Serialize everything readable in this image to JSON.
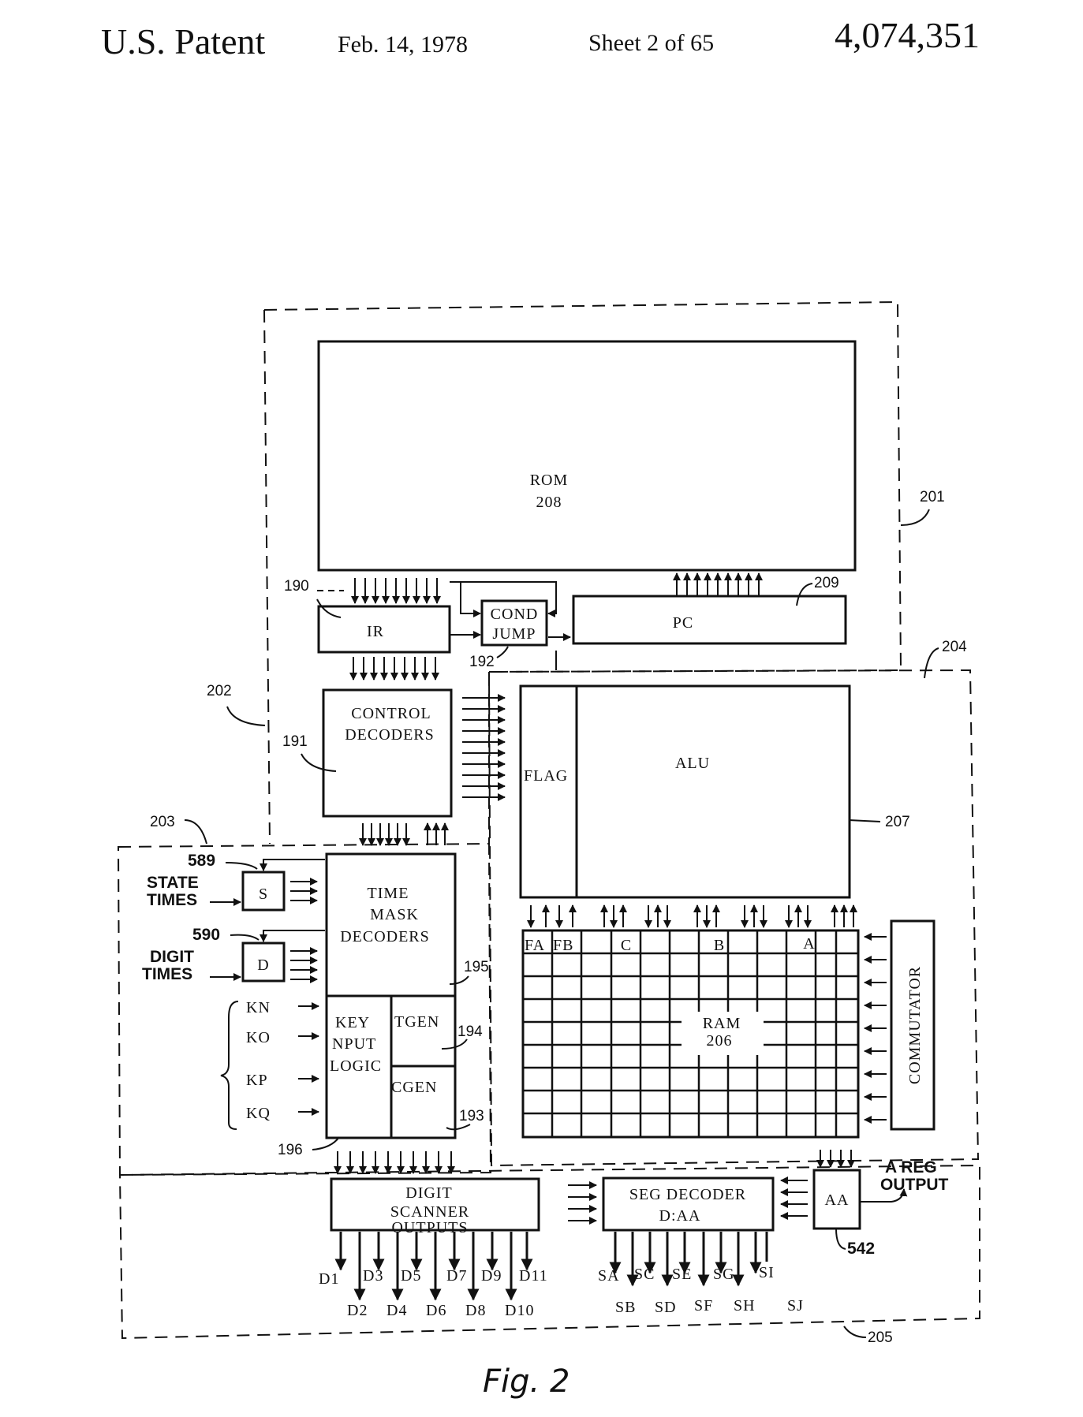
{
  "header": {
    "patent_label": "U.S. Patent",
    "date": "Feb. 14, 1978",
    "sheet": "Sheet 2 of 65",
    "patent_number": "4,074,351"
  },
  "figure_caption": "Fig. 2",
  "blocks": {
    "rom": {
      "label": "ROM",
      "ref": "208"
    },
    "ir": {
      "label": "IR"
    },
    "cond_jump": {
      "line1": "COND",
      "line2": "JUMP"
    },
    "pc": {
      "label": "PC"
    },
    "control_decoders": {
      "line1": "CONTROL",
      "line2": "DECODERS"
    },
    "flag": {
      "label": "FLAG"
    },
    "alu": {
      "label": "ALU"
    },
    "s_flipflop": {
      "label": "S"
    },
    "d_flipflop": {
      "label": "D"
    },
    "time_mask_decoders": {
      "line1": "TIME",
      "line2": "MASK",
      "line3": "DECODERS"
    },
    "key_input_logic": {
      "line1": "KEY",
      "line2": "NPUT",
      "line3": "LOGIC"
    },
    "tgen": {
      "label": "TGEN"
    },
    "cgen": {
      "label": "CGEN"
    },
    "ram": {
      "label": "RAM",
      "ref": "206",
      "col_fa": "FA",
      "col_fb": "FB",
      "col_c": "C",
      "col_b": "B",
      "col_a": "A"
    },
    "commutator": {
      "label": "COMMUTATOR"
    },
    "digit_scanner": {
      "line1": "DIGIT",
      "line2": "SCANNER",
      "line3": "OUTPUTS"
    },
    "seg_decoder": {
      "line1": "SEG DECODER",
      "line2": "D:AA"
    },
    "aa": {
      "label": "AA"
    }
  },
  "inputs": {
    "state_times": {
      "line1": "STATE",
      "line2": "TIMES"
    },
    "digit_times": {
      "line1": "DIGIT",
      "line2": "TIMES"
    },
    "keys": [
      "KN",
      "KO",
      "KP",
      "KQ"
    ],
    "a_reg_output": {
      "line1": "A REG",
      "line2": "OUTPUT"
    }
  },
  "digit_outputs_top": [
    "D1",
    "D3",
    "D5",
    "D7",
    "D9",
    "D11"
  ],
  "digit_outputs_bottom": [
    "D2",
    "D4",
    "D6",
    "D8",
    "D10"
  ],
  "segment_outputs_top": [
    "SA",
    "SC",
    "SE",
    "SG",
    "SI"
  ],
  "segment_outputs_bottom": [
    "SB",
    "SD",
    "SF",
    "SH",
    "SJ"
  ],
  "refs": {
    "r190": "190",
    "r191": "191",
    "r192": "192",
    "r193": "193",
    "r194": "194",
    "r195": "195",
    "r196": "196",
    "r201": "201",
    "r202": "202",
    "r203": "203",
    "r204": "204",
    "r205": "205",
    "r207": "207",
    "r209": "209",
    "r542": "542",
    "r589": "589",
    "r590": "590"
  }
}
